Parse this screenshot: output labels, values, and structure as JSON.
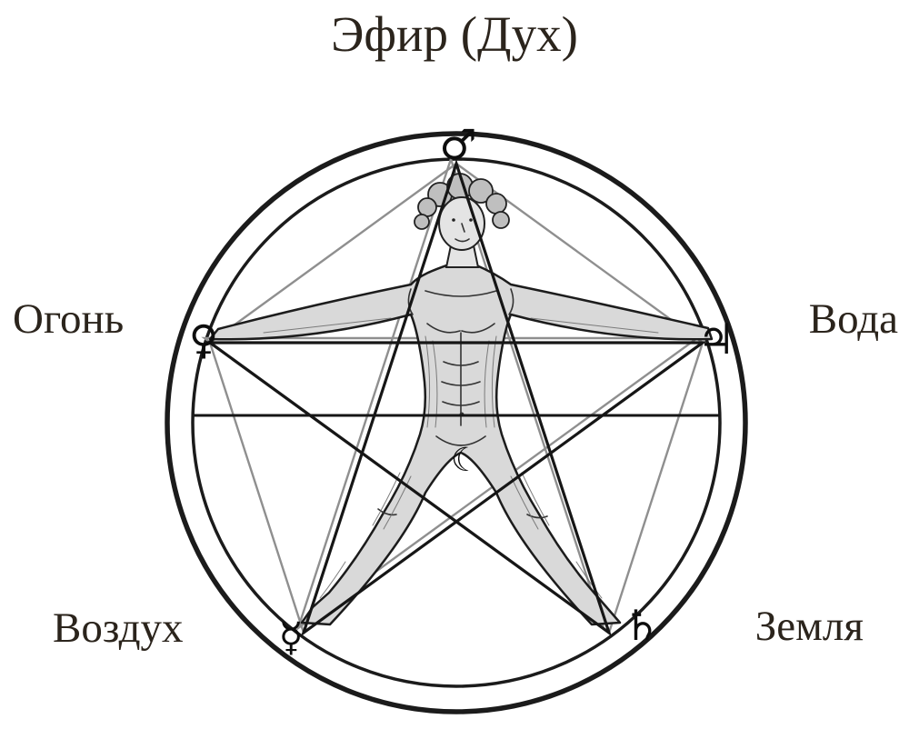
{
  "labels": {
    "ether": "Эфир (Дух)",
    "fire": "Огонь",
    "water": "Вода",
    "air": "Воздух",
    "earth": "Земля"
  },
  "symbols": {
    "mars": "♂",
    "venus": "♀",
    "jupiter": "♃",
    "mercury": "☿",
    "saturn": "♄",
    "moon": "☾"
  },
  "colors": {
    "background": "#ffffff",
    "text": "#2b241c",
    "line_black": "#161616",
    "line_gray": "#8f8f8f"
  }
}
